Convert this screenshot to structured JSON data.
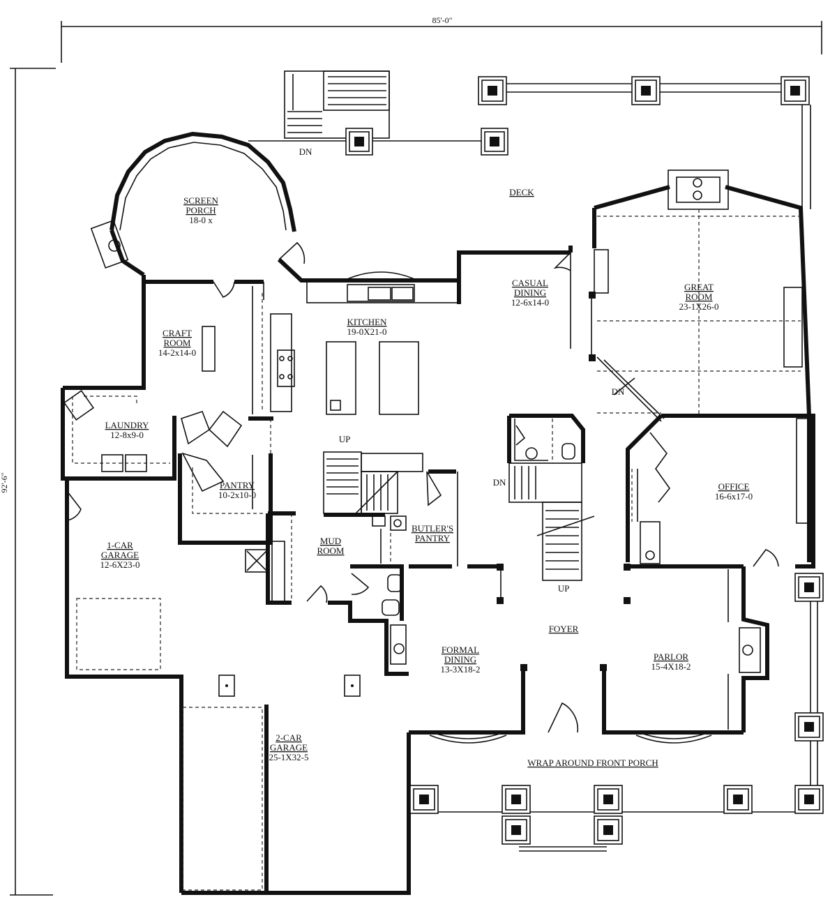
{
  "plan": {
    "dimensions": {
      "width": "85'-0\"",
      "depth": "92'-6\""
    },
    "rooms": [
      {
        "id": "deck",
        "name": [
          "DECK"
        ],
        "size": ""
      },
      {
        "id": "screen-porch",
        "name": [
          "SCREEN",
          "PORCH"
        ],
        "size": "18-0 x"
      },
      {
        "id": "great-room",
        "name": [
          "GREAT",
          "ROOM"
        ],
        "size": "23-1X26-0"
      },
      {
        "id": "casual-dining",
        "name": [
          "CASUAL",
          "DINING"
        ],
        "size": "12-6x14-0"
      },
      {
        "id": "kitchen",
        "name": [
          "KITCHEN"
        ],
        "size": "19-0X21-0"
      },
      {
        "id": "craft-room",
        "name": [
          "CRAFT",
          "ROOM"
        ],
        "size": "14-2x14-0"
      },
      {
        "id": "laundry",
        "name": [
          "LAUNDRY"
        ],
        "size": "12-8x9-0"
      },
      {
        "id": "pantry",
        "name": [
          "PANTRY"
        ],
        "size": "10-2x10-0"
      },
      {
        "id": "butlers-pantry",
        "name": [
          "BUTLER'S",
          "PANTRY"
        ],
        "size": ""
      },
      {
        "id": "mud-room",
        "name": [
          "MUD",
          "ROOM"
        ],
        "size": ""
      },
      {
        "id": "office",
        "name": [
          "OFFICE"
        ],
        "size": "16-6x17-0"
      },
      {
        "id": "one-car-garage",
        "name": [
          "1-CAR",
          "GARAGE"
        ],
        "size": "12-6X23-0"
      },
      {
        "id": "foyer",
        "name": [
          "FOYER"
        ],
        "size": ""
      },
      {
        "id": "formal-dining",
        "name": [
          "FORMAL",
          "DINING"
        ],
        "size": "13-3X18-2"
      },
      {
        "id": "parlor",
        "name": [
          "PARLOR"
        ],
        "size": "15-4X18-2"
      },
      {
        "id": "two-car-garage",
        "name": [
          "2-CAR",
          "GARAGE"
        ],
        "size": "25-1X32-5"
      },
      {
        "id": "front-porch",
        "name": [
          "WRAP AROUND FRONT PORCH"
        ],
        "size": ""
      }
    ],
    "stair_marks": [
      {
        "id": "deck-stair",
        "text": "DN"
      },
      {
        "id": "great-room-stair",
        "text": "DN"
      },
      {
        "id": "back-stair-up",
        "text": "UP"
      },
      {
        "id": "main-stair-dn",
        "text": "DN"
      },
      {
        "id": "main-stair-up",
        "text": "UP"
      }
    ]
  }
}
